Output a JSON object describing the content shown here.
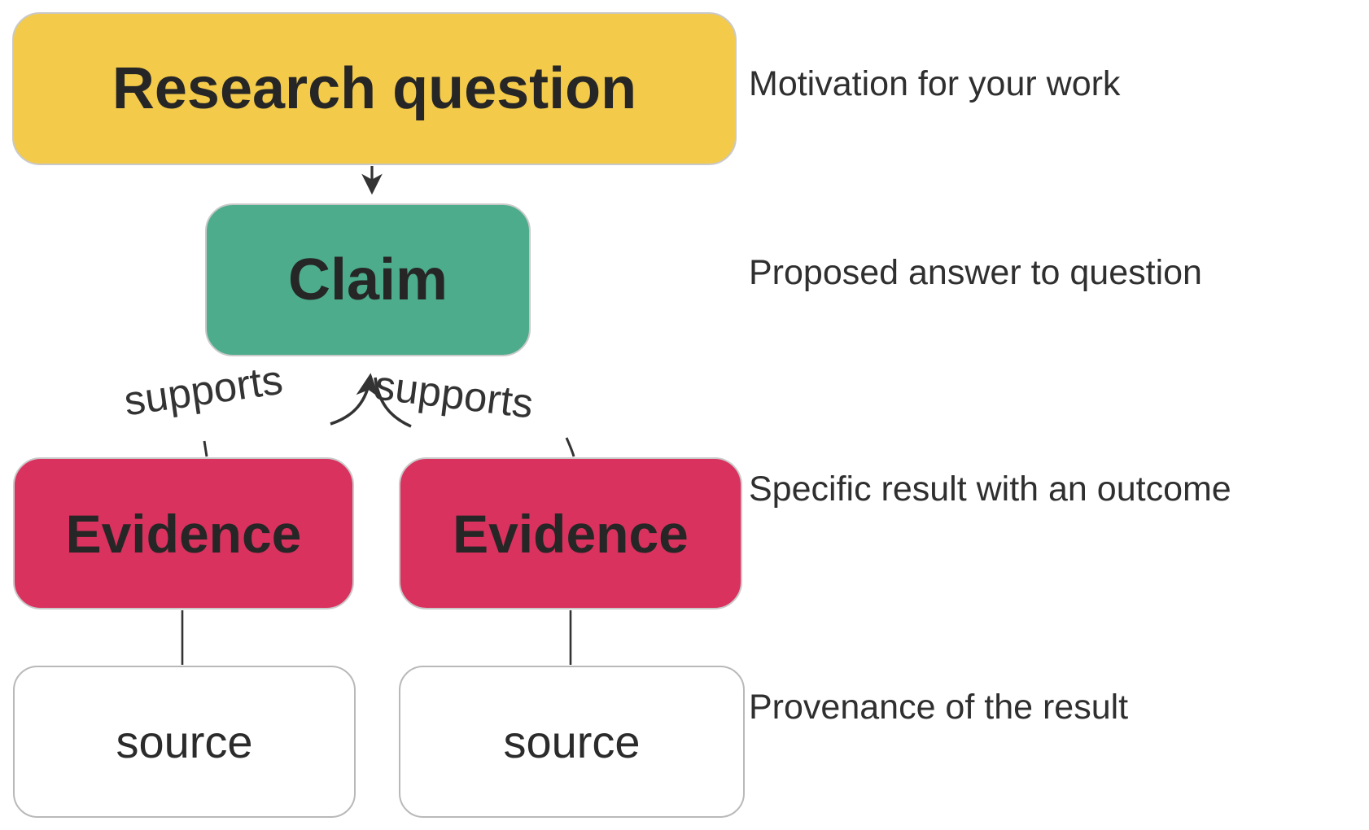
{
  "diagram": {
    "nodes": {
      "research_question": {
        "label": "Research question",
        "fill": "#F3CA4A",
        "text_color": "#262626"
      },
      "claim": {
        "label": "Claim",
        "fill": "#4CAC8C",
        "text_color": "#262626"
      },
      "evidence_left": {
        "label": "Evidence",
        "fill": "#D9325E",
        "text_color": "#262626"
      },
      "evidence_right": {
        "label": "Evidence",
        "fill": "#D9325E",
        "text_color": "#262626"
      },
      "source_left": {
        "label": "source",
        "fill": "#FFFFFF",
        "text_color": "#2B2B2B"
      },
      "source_right": {
        "label": "source",
        "fill": "#FFFFFF",
        "text_color": "#2B2B2B"
      }
    },
    "edge_labels": {
      "supports_left": "supports",
      "supports_right": "supports"
    },
    "annotations": [
      {
        "for": "research_question",
        "text": "Motivation for your work"
      },
      {
        "for": "claim",
        "text": "Proposed answer to question"
      },
      {
        "for": "evidence",
        "text": "Specific result with an outcome"
      },
      {
        "for": "source",
        "text": "Provenance of the result"
      }
    ],
    "connector_color": "#333333"
  }
}
